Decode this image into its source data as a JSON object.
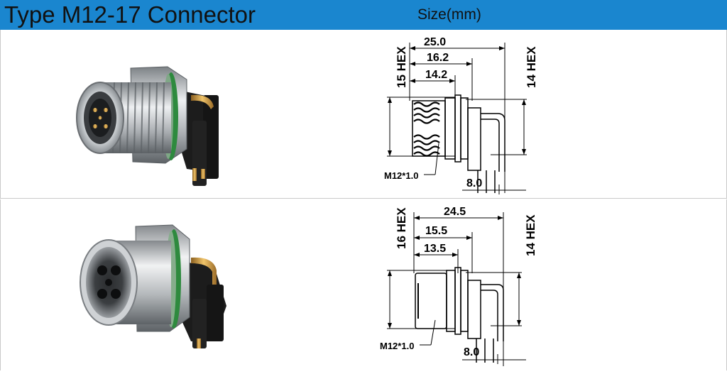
{
  "header": {
    "title": "Type M12-17 Connector",
    "subtitle": "Size(mm)"
  },
  "connectors": [
    {
      "variant": "male",
      "dims": {
        "overall_length": "25.0",
        "mid_length": "16.2",
        "thread_length": "14.2",
        "front_hex": "15 HEX",
        "rear_hex": "14 HEX",
        "thread": "M12*1.0",
        "pin_length": "8.0"
      }
    },
    {
      "variant": "female",
      "dims": {
        "overall_length": "24.5",
        "mid_length": "15.5",
        "thread_length": "13.5",
        "front_hex": "16 HEX",
        "rear_hex": "14 HEX",
        "thread": "M12*1.0",
        "pin_length": "8.0"
      }
    }
  ],
  "colors": {
    "header_bar": "#1a86cf",
    "divider": "#c9c9c9",
    "metal": "#b8bcc0",
    "plastic": "#1c1c1c",
    "gold": "#c9963e",
    "seal": "#2e8a3e"
  }
}
